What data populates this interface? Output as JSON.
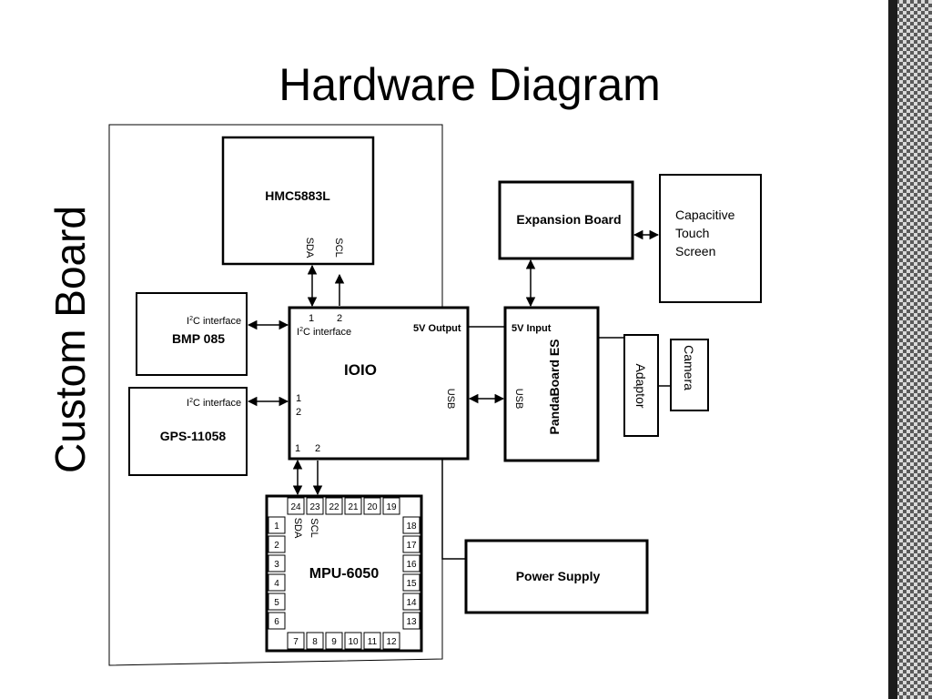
{
  "title": "Hardware Diagram",
  "side_title": "Custom Board",
  "components": {
    "hmc": "HMC5883L",
    "bmp": "BMP 085",
    "gps": "GPS-11058",
    "ioio": "IOIO",
    "mpu": "MPU-6050",
    "expansion": "Expansion Board",
    "touch": [
      "Capacitive",
      "Touch",
      "Screen"
    ],
    "panda": "PandaBoard ES",
    "adaptor": "Adaptor",
    "camera": "Camera",
    "power": "Power Supply"
  },
  "labels": {
    "sda": "SDA",
    "scl": "SCL",
    "i2c_if": "C interface",
    "i2c_if_lower": "C interface",
    "i_prefix": "I",
    "sup2": "2",
    "out5v": "5V Output",
    "in5v": "5V Input",
    "usb": "USB",
    "p1": "1",
    "p2": "2"
  },
  "mpu_pins": {
    "top": [
      "24",
      "23",
      "22",
      "21",
      "20",
      "19"
    ],
    "left": [
      "1",
      "2",
      "3",
      "4",
      "5",
      "6"
    ],
    "bottom": [
      "7",
      "8",
      "9",
      "10",
      "11",
      "12"
    ],
    "right": [
      "18",
      "17",
      "16",
      "15",
      "14",
      "13"
    ]
  }
}
